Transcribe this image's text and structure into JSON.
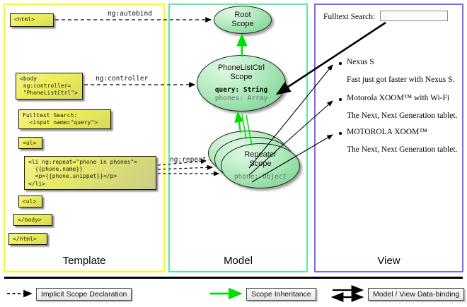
{
  "panels": {
    "template": {
      "label": "Template",
      "border_color": "#ffff00",
      "boxes": {
        "html_open": "<html>",
        "body_open": "<body\n ng:controller=\n \"PhoneListCtrl\">",
        "fulltext": "Fulltext Search:\n  <input name=\"query\">",
        "ul_open": "<ul>",
        "li_repeat": "<li ng:repeat=\"phone in phones\">\n  {{phone.name}}\n  <p>{{phone.snippet}}</p>\n</li>",
        "ul_close": "<ul>",
        "body_close": "</body>",
        "html_close": "</html>"
      }
    },
    "model": {
      "label": "Model",
      "border_color": "#5ce8a0",
      "scopes": {
        "root": {
          "title": "Root\nScope"
        },
        "controller": {
          "title": "PhoneListCtrl\nScope",
          "prop_query": "query: String",
          "prop_phones": "phones: Array"
        },
        "repeater": {
          "title": "Repeater\nScope",
          "prop_phone": "phone: Object"
        }
      }
    },
    "view": {
      "label": "View",
      "border_color": "#7b68ee",
      "search_label": "Fulltext Search:",
      "search_value": "",
      "items": [
        {
          "name": "Nexus S",
          "snippet": "Fast just got faster with Nexus S."
        },
        {
          "name": "Motorola XOOM™  with Wi-Fi",
          "snippet": "The Next, Next Generation tablet."
        },
        {
          "name": "MOTOROLA XOOM™",
          "snippet": "The Next, Next Generation tablet."
        }
      ]
    }
  },
  "edges": {
    "autobind": "ng:autobind",
    "controller": "ng:controller",
    "repeat": "ng:repeat"
  },
  "legend": {
    "implicit": "Implicit Scope Declaration",
    "inheritance": "Scope Inheritance",
    "databinding": "Model / View Data-binding",
    "inheritance_color": "#00e000"
  }
}
